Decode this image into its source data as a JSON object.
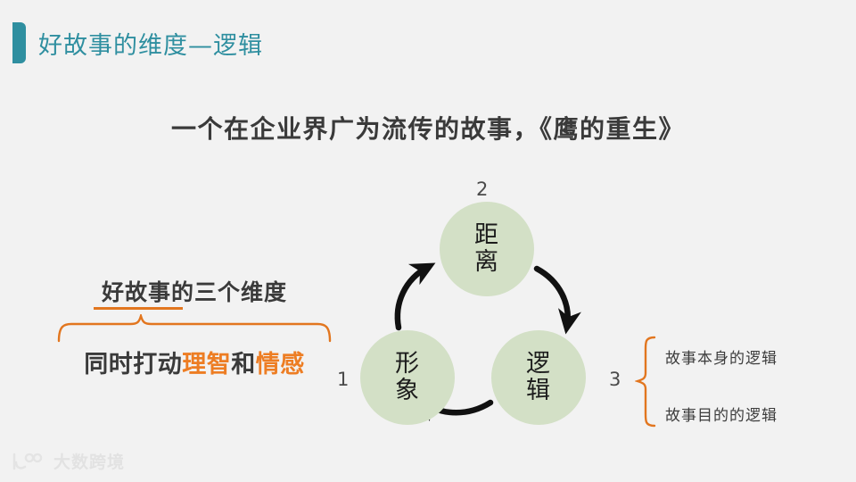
{
  "slide": {
    "background_color": "#f2f2f2",
    "accent_color": "#2f8fa0",
    "orange_color": "#ed7d23",
    "circle_color": "#d3e0c6",
    "title": "好故事的维度—逻辑",
    "subtitle": "一个在企业界广为流传的故事，《鹰的重生》"
  },
  "left_block": {
    "headline": "好故事的三个维度",
    "subline_prefix": "同时打动",
    "subline_highlight_1": "理智",
    "subline_middle": "和",
    "subline_highlight_2": "情感"
  },
  "diagram": {
    "nodes": [
      {
        "number": "2",
        "char_1": "距",
        "char_2": "离"
      },
      {
        "number": "3",
        "char_1": "逻",
        "char_2": "辑"
      },
      {
        "number": "1",
        "char_1": "形",
        "char_2": "象"
      }
    ]
  },
  "right_block": {
    "labels": [
      "故事本身的逻辑",
      "故事目的的逻辑"
    ]
  },
  "watermark": {
    "text": "大数跨境"
  }
}
